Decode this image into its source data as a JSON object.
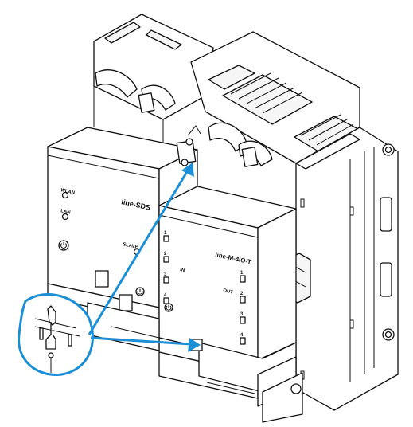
{
  "diagram": {
    "module_left_name": "line-SDS",
    "module_right_name": "line-M-4IO-T",
    "left_labels": {
      "wlan": "WLAN",
      "lan": "LAN",
      "slave": "SLAVE"
    },
    "right_labels": {
      "in": "IN",
      "out": "OUT",
      "input_numbers": [
        "1",
        "2",
        "3",
        "4"
      ],
      "output_numbers": [
        "1",
        "2",
        "3",
        "4"
      ]
    },
    "colors": {
      "outline": "#111111",
      "callout_arrow": "#1a8fd6",
      "background": "#ffffff"
    },
    "icons": [
      "power-icon",
      "connector-clip-icon",
      "magnifier-callout"
    ]
  }
}
